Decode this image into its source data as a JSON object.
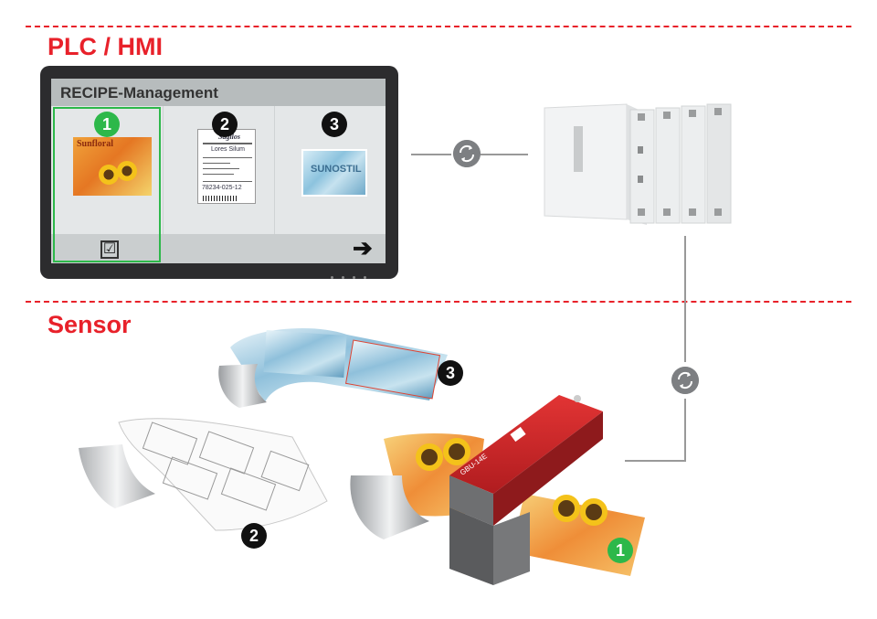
{
  "sections": {
    "plc_hmi": "PLC / HMI",
    "sensor": "Sensor"
  },
  "hmi": {
    "title": "RECIPE-Management",
    "recipes": [
      {
        "number": "1",
        "selected": true
      },
      {
        "number": "2",
        "selected": false
      },
      {
        "number": "3",
        "selected": false
      }
    ],
    "confirm_symbol": "☑",
    "next_symbol": "➔"
  },
  "thumbnails": {
    "recipe1_text": "Sunfloral",
    "recipe2_brand": "Sagilos",
    "recipe2_title": "Lores Silum",
    "recipe2_code": "78234-025-12",
    "recipe3_text": "SUNOSTIL"
  },
  "scene_badges": {
    "roll3": "3",
    "roll2": "2",
    "roll1": "1"
  },
  "sensor_labels": {
    "model": "GBU-14E"
  },
  "colors": {
    "accent_red": "#e8212a",
    "selected_green": "#2db84a",
    "connector_gray": "#7d7f82"
  },
  "icons": {
    "sync": "sync-arrows-icon",
    "check": "checkbox-icon",
    "next": "arrow-right-icon"
  }
}
